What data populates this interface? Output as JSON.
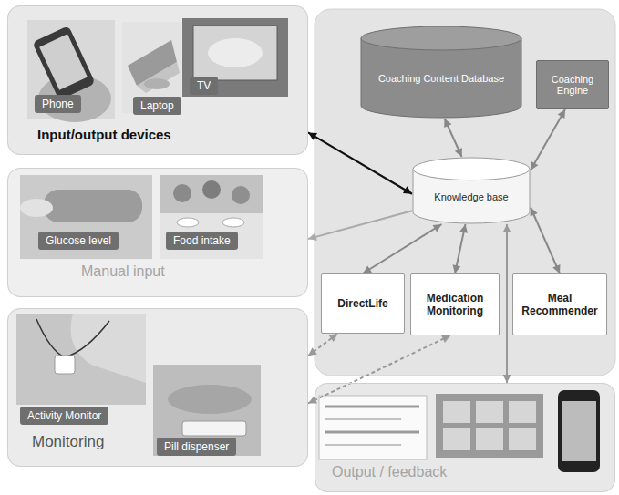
{
  "diagram": {
    "nodes": [
      {
        "text": [
          "Input/output devices"
        ]
      },
      {
        "text": [
          "Phone"
        ],
        "in": 0
      },
      {
        "text": [
          "Laptop"
        ],
        "in": 0
      },
      {
        "text": [
          "TV"
        ],
        "in": 0
      },
      {
        "text": [
          "Manual input"
        ]
      },
      {
        "text": [
          "Glucose level"
        ],
        "in": 4
      },
      {
        "text": [
          "Food intake"
        ],
        "in": 4
      },
      {
        "text": [
          "Monitoring"
        ]
      },
      {
        "text": [
          "Activity Monitor"
        ],
        "in": 7
      },
      {
        "text": [
          "Pill dispenser"
        ],
        "in": 7
      },
      {
        "text": [
          "Coaching Content Database"
        ]
      },
      {
        "text": [
          "Coaching Engine"
        ]
      },
      {
        "text": [
          "Knowledge base"
        ]
      },
      {
        "text": [
          "DirectLife"
        ]
      },
      {
        "text": [
          "Medication Monitoring"
        ]
      },
      {
        "text": [
          "Meal Recommender"
        ]
      },
      {
        "text": [
          "Output / feedback"
        ]
      }
    ],
    "edges": [
      {
        "from": 0,
        "to": 12,
        "arrow": "both"
      },
      {
        "from": 12,
        "to": 4,
        "arrow": "to"
      },
      {
        "from": 7,
        "to": 13,
        "arrow": "both"
      },
      {
        "from": 7,
        "to": 14,
        "arrow": "both"
      },
      {
        "from": 10,
        "to": 12,
        "arrow": "both"
      },
      {
        "from": 12,
        "to": 11,
        "arrow": "both"
      },
      {
        "from": 12,
        "to": 13,
        "arrow": "both"
      },
      {
        "from": 12,
        "to": 14,
        "arrow": "both"
      },
      {
        "from": 12,
        "to": 15,
        "arrow": "both"
      },
      {
        "from": 12,
        "to": 16,
        "arrow": "both"
      }
    ]
  }
}
